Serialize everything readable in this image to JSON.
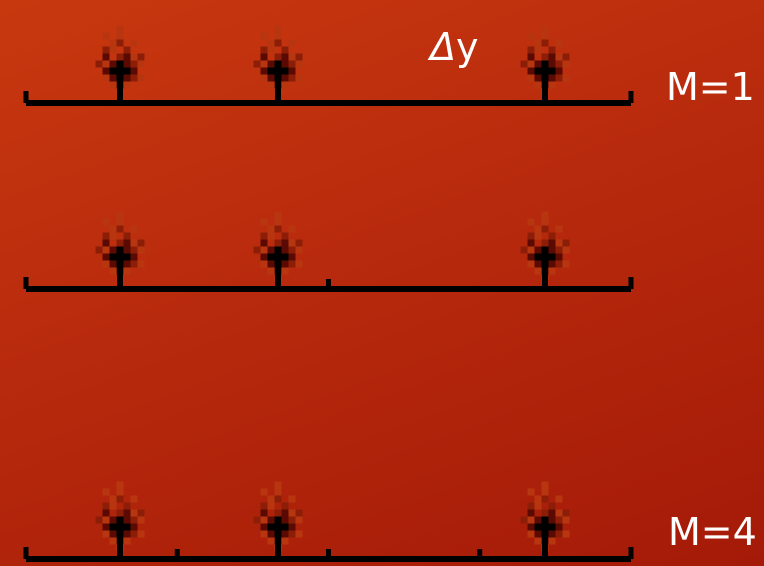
{
  "diagram": {
    "delta_symbol": "Δ",
    "delta_variable": "y",
    "rows": [
      {
        "label": "M=1",
        "source_count": 3,
        "segment_count": 1
      },
      {
        "label": "",
        "source_count": 3,
        "segment_count": 2
      },
      {
        "label": "M=4",
        "source_count": 3,
        "segment_count": 4
      }
    ]
  },
  "colors": {
    "background_start": "#c8380f",
    "background_end": "#a41a08",
    "line": "#000000",
    "pixel_dark": "#5a0a02",
    "pixel_mid": "#8c1e08",
    "pixel_light": "#b8360f",
    "text": "#ffffff"
  }
}
